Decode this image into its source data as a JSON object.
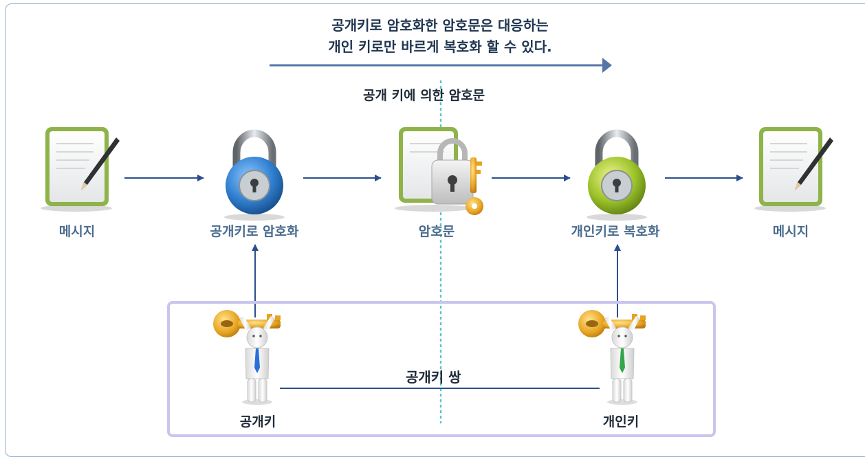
{
  "caption": {
    "line1": "공개키로 암호화한 암호문은 대응하는",
    "line2": "개인 키로만 바르게 복호화 할 수 있다."
  },
  "cipher_title": "공개 키에 의한 암호문",
  "pair_title": "공개키 쌍",
  "steps": {
    "message_left": "메시지",
    "encrypt": "공개키로 암호화",
    "ciphertext": "암호문",
    "decrypt": "개인키로 복호화",
    "message_right": "메시지"
  },
  "keys": {
    "public": "공개키",
    "private": "개인키"
  },
  "colors": {
    "arrow": "#2b4f8c",
    "frame": "#8faecf",
    "pair_box": "#c9c6ee",
    "divider": "#5cc3c4",
    "public_lock": "#2f7fd0",
    "private_lock": "#9cc22a",
    "document_frame": "#8eb348",
    "key": "#e6a321",
    "public_tie": "#2a6fd8",
    "private_tie": "#35a64a"
  },
  "icons": [
    "document-pencil-icon",
    "padlock-blue-icon",
    "locked-document-icon",
    "padlock-green-icon",
    "key-person-icon"
  ]
}
